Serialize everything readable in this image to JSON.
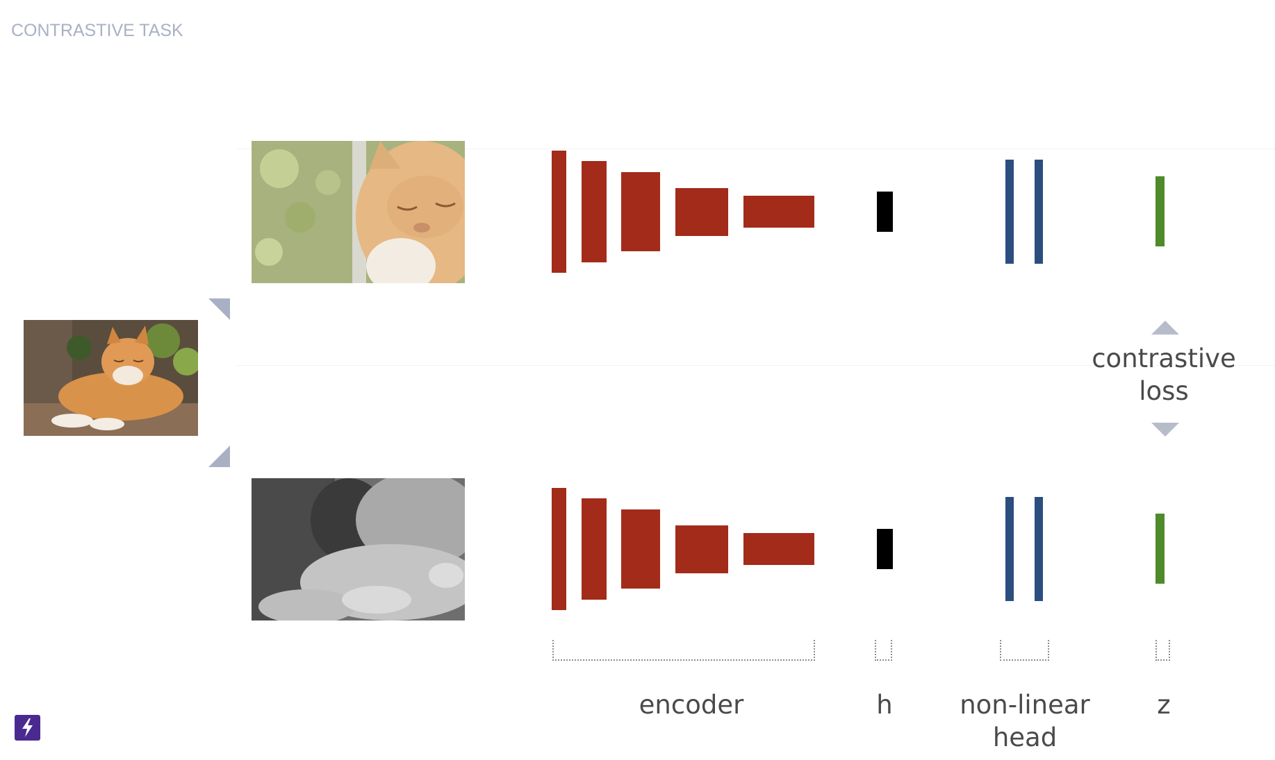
{
  "slide": {
    "title": "CONTRASTIVE TASK"
  },
  "diagram": {
    "labels": {
      "encoder": "encoder",
      "h": "h",
      "head_line1": "non-linear",
      "head_line2": "head",
      "z": "z",
      "loss_line1": "contrastive",
      "loss_line2": "loss"
    },
    "colors": {
      "encoder": "#a32b1a",
      "h": "#000000",
      "head": "#2b4e7f",
      "z": "#4f8a2b",
      "arrow": "#b7bccb",
      "label": "#4a4a4a"
    },
    "images": {
      "original": "photo of an orange tabby cat lying down with eyes closed",
      "view_top": "zoomed crop of the cat's face, faded colors",
      "view_bottom": "grayscale crop of the cat's paws"
    },
    "icons": [
      "arrow-up-icon",
      "arrow-down-icon",
      "augmentation-arrow-top-icon",
      "augmentation-arrow-bottom-icon",
      "logo-icon"
    ]
  }
}
